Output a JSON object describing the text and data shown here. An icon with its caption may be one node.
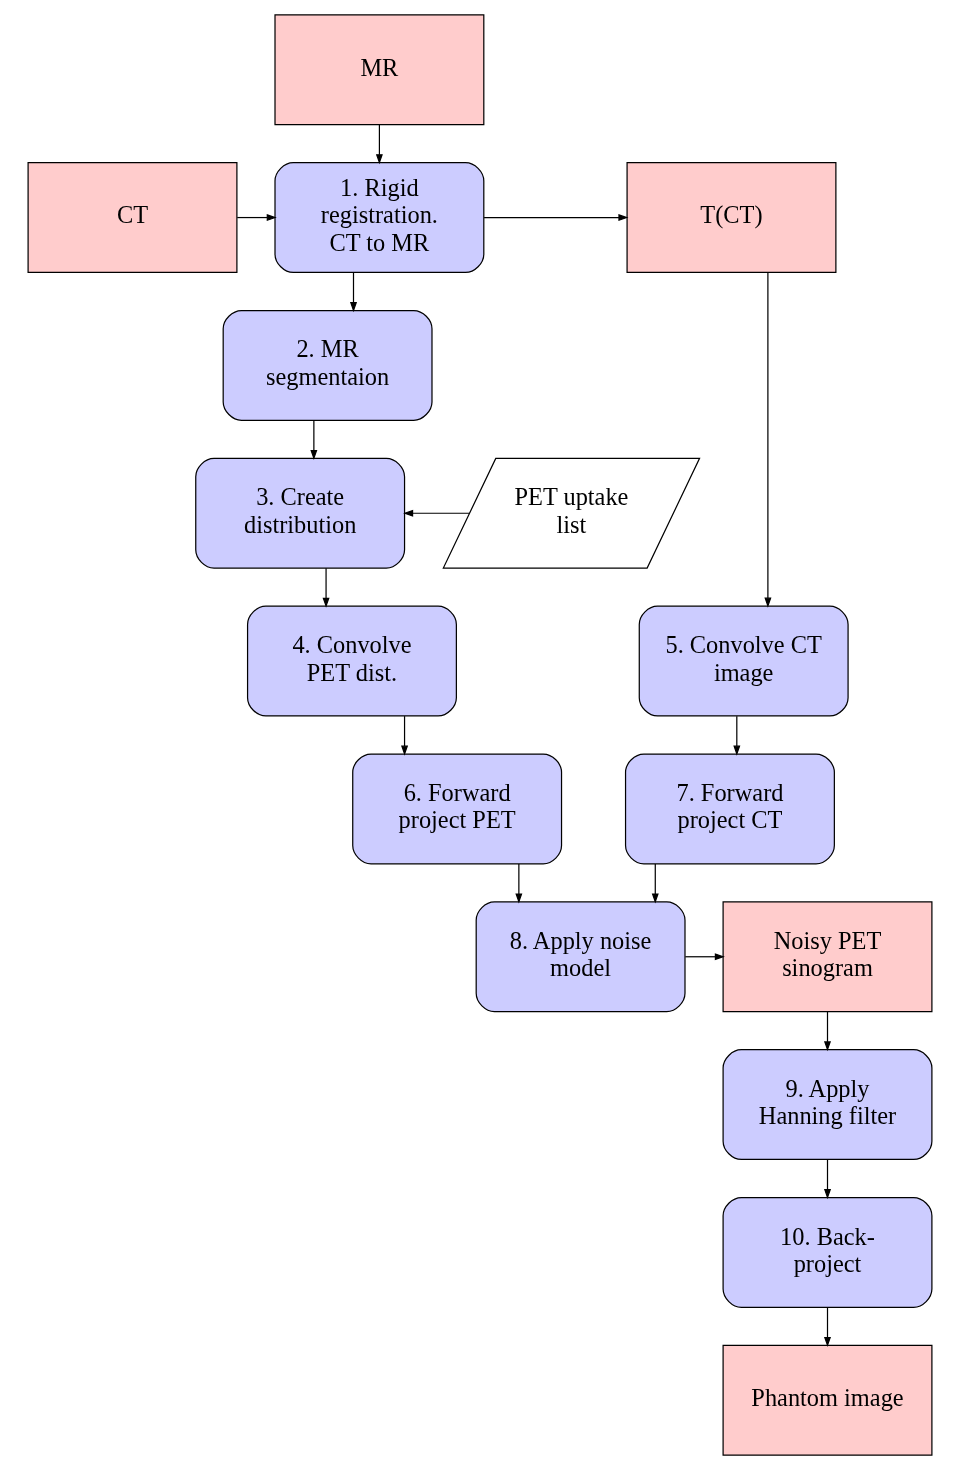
{
  "diagram": {
    "nodes": [
      {
        "text": [
          "MR"
        ]
      },
      {
        "text": [
          "1. Rigid registration. CT to MR"
        ]
      },
      {
        "text": [
          "CT"
        ]
      },
      {
        "text": [
          "T(CT)"
        ]
      },
      {
        "text": [
          "2. MR segmentaion"
        ]
      },
      {
        "text": [
          "PET uptake list"
        ]
      },
      {
        "text": [
          "3. Create distribution"
        ]
      },
      {
        "text": [
          "4. Convolve PET dist."
        ]
      },
      {
        "text": [
          "5. Convolve CT image"
        ]
      },
      {
        "text": [
          "6. Forward project PET"
        ]
      },
      {
        "text": [
          "7. Forward project CT"
        ]
      },
      {
        "text": [
          "8. Apply noise model"
        ]
      },
      {
        "text": [
          "Noisy PET sinogram"
        ]
      },
      {
        "text": [
          "9. Apply Hanning filter"
        ]
      },
      {
        "text": [
          "10. Back-project"
        ]
      },
      {
        "text": [
          "Phantom image"
        ]
      }
    ],
    "edges": [
      {
        "from": 0,
        "to": 1,
        "arrow": "to"
      },
      {
        "from": 2,
        "to": 1,
        "arrow": "to"
      },
      {
        "from": 1,
        "to": 3,
        "arrow": "to"
      },
      {
        "from": 1,
        "to": 4,
        "arrow": "to"
      },
      {
        "from": 4,
        "to": 6,
        "arrow": "to"
      },
      {
        "from": 5,
        "to": 6,
        "arrow": "to"
      },
      {
        "from": 3,
        "to": 8,
        "arrow": "to"
      },
      {
        "from": 6,
        "to": 7,
        "arrow": "to"
      },
      {
        "from": 7,
        "to": 9,
        "arrow": "to"
      },
      {
        "from": 8,
        "to": 10,
        "arrow": "to"
      },
      {
        "from": 9,
        "to": 11,
        "arrow": "to"
      },
      {
        "from": 10,
        "to": 11,
        "arrow": "to"
      },
      {
        "from": 11,
        "to": 12,
        "arrow": "to"
      },
      {
        "from": 12,
        "to": 13,
        "arrow": "to"
      },
      {
        "from": 13,
        "to": 14,
        "arrow": "to"
      },
      {
        "from": 14,
        "to": 15,
        "arrow": "to"
      }
    ]
  }
}
